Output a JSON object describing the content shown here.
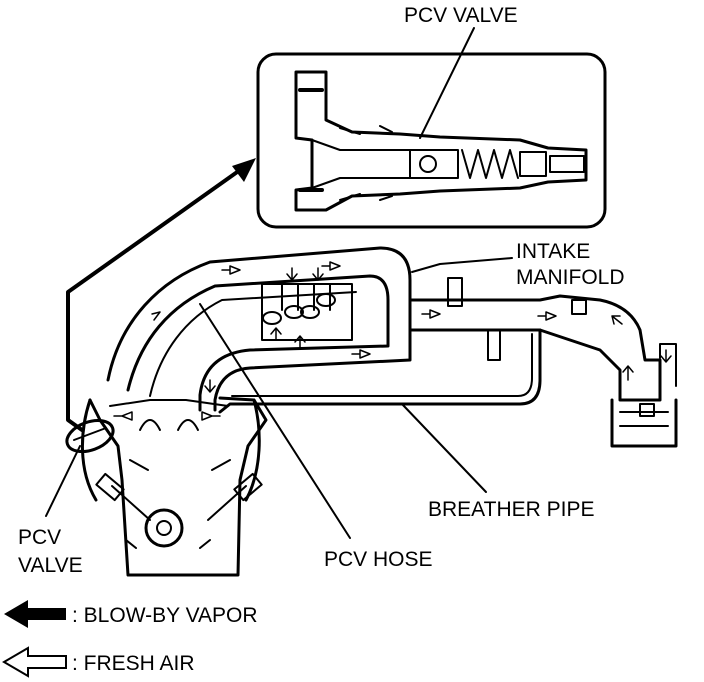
{
  "labels": {
    "pcv_valve_top": "PCV VALVE",
    "intake_manifold_line1": "INTAKE",
    "intake_manifold_line2": "MANIFOLD",
    "breather_pipe": "BREATHER PIPE",
    "pcv_hose": "PCV HOSE",
    "pcv_valve_left_line1": "PCV",
    "pcv_valve_left_line2": "VALVE"
  },
  "legend": [
    {
      "icon": "solid-arrow-icon",
      "text": ": BLOW-BY VAPOR"
    },
    {
      "icon": "hollow-arrow-icon",
      "text": ": FRESH AIR"
    }
  ],
  "colors": {
    "line": "#000000",
    "background": "#ffffff"
  }
}
